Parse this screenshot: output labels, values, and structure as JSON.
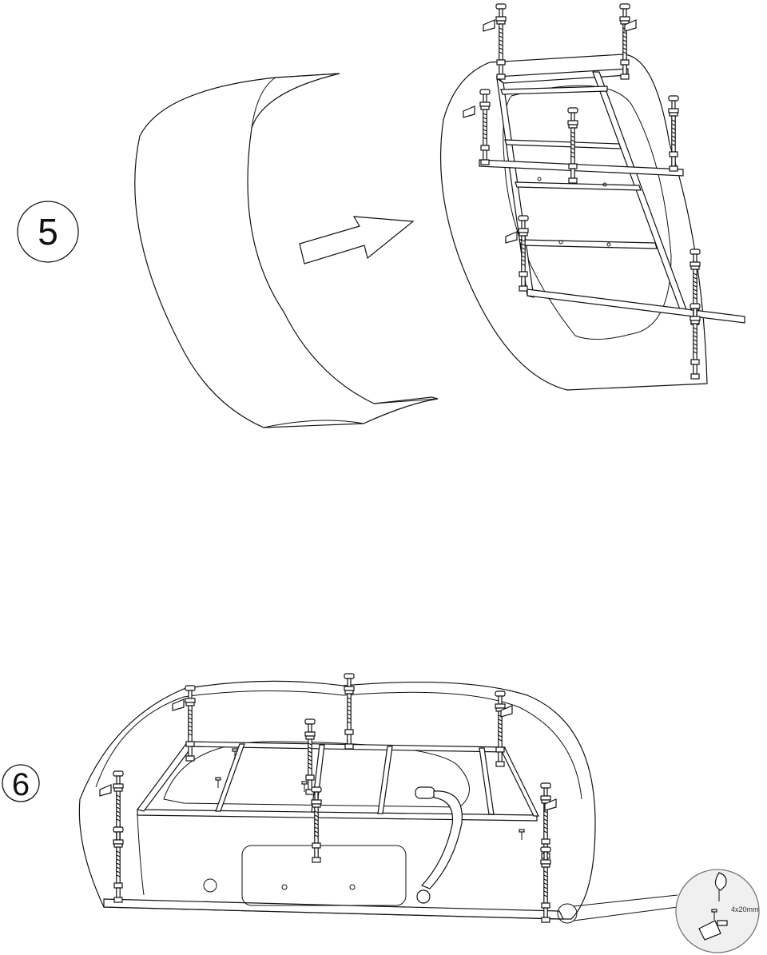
{
  "steps": [
    {
      "number": "5"
    },
    {
      "number": "6"
    }
  ],
  "callout": {
    "screw_size": "4x20mm"
  }
}
